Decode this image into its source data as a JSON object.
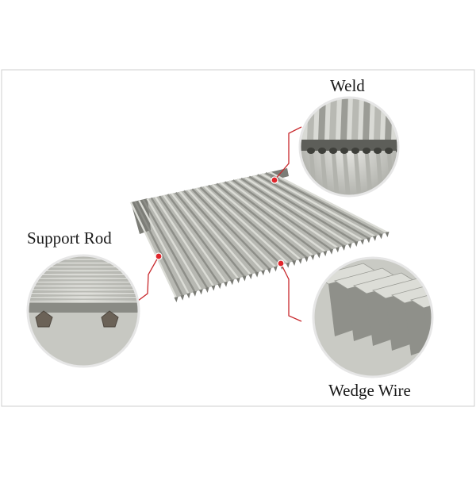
{
  "labels": {
    "weld": "Weld",
    "support_rod": "Support Rod",
    "wedge_wire": "Wedge Wire"
  },
  "colors": {
    "frame_border": "#cfcfcf",
    "callout_line": "#c8282c",
    "callout_dot": "#e0262c",
    "steel_light": "#c9cac4",
    "steel_mid": "#a2a39c",
    "steel_dark": "#6e6f69"
  }
}
